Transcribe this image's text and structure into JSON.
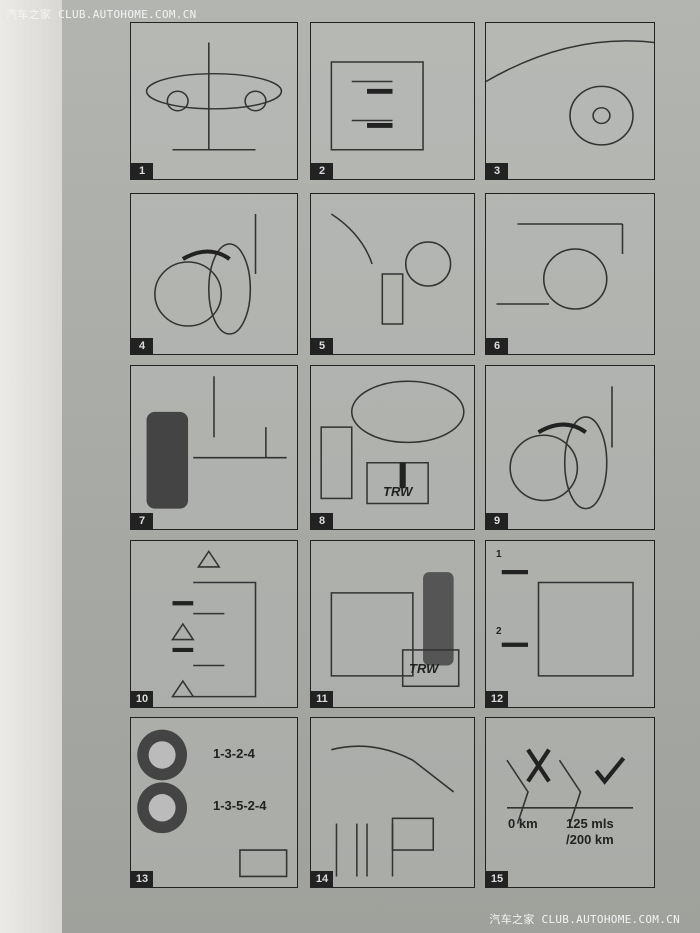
{
  "watermark": {
    "top": "汽车之家 CLUB.AUTOHOME.COM.CN",
    "bottom": "汽车之家 CLUB.AUTOHOME.COM.CN"
  },
  "panels": [
    {
      "number": "1"
    },
    {
      "number": "2"
    },
    {
      "number": "3"
    },
    {
      "number": "4"
    },
    {
      "number": "5"
    },
    {
      "number": "6"
    },
    {
      "number": "7"
    },
    {
      "number": "8",
      "logo": "TRW"
    },
    {
      "number": "9"
    },
    {
      "number": "10"
    },
    {
      "number": "11",
      "logo": "TRW"
    },
    {
      "number": "12",
      "step1": "1",
      "step2": "2"
    },
    {
      "number": "13",
      "sequence1": "1-3-2-4",
      "sequence2": "1-3-5-2-4"
    },
    {
      "number": "14"
    },
    {
      "number": "15",
      "start": "0 km",
      "end1": "125 mls",
      "end2": "/200 km"
    }
  ]
}
